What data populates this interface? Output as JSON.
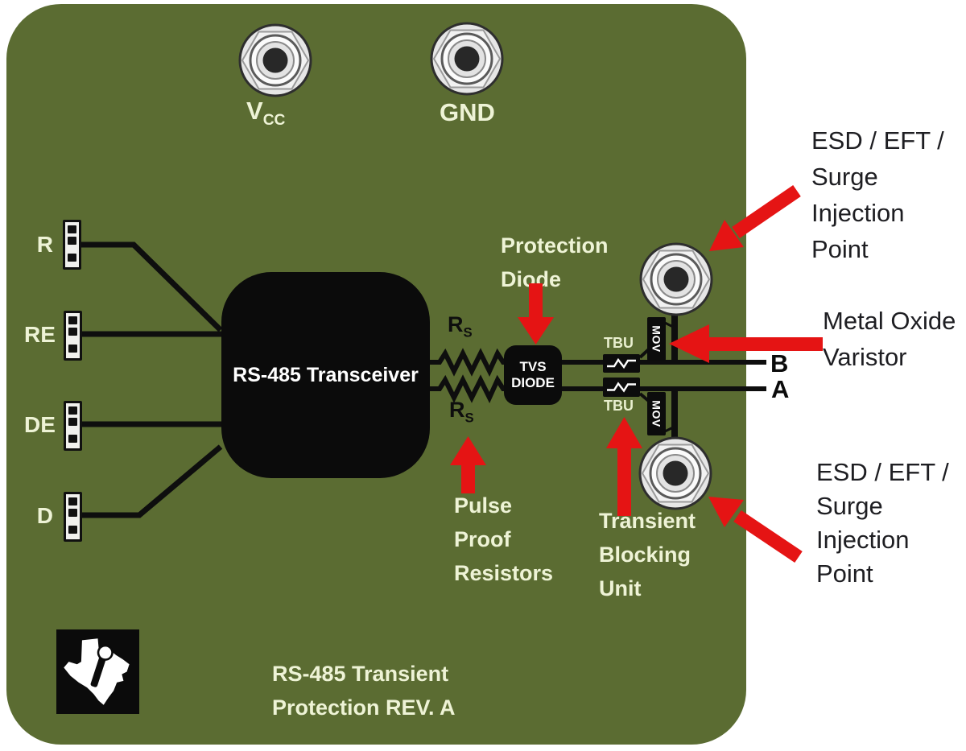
{
  "board": {
    "color": "#5b6c32",
    "trace_color": "#0e0e0e",
    "arrow_color": "#e51414",
    "silk_color": "#eef3d6",
    "title_line1": "RS-485 Transient",
    "title_line2": "Protection REV. A"
  },
  "power": {
    "vcc_main": "V",
    "vcc_sub": "CC",
    "gnd": "GND"
  },
  "jumpers": [
    {
      "label": "R"
    },
    {
      "label": "RE"
    },
    {
      "label": "DE"
    },
    {
      "label": "D"
    }
  ],
  "transceiver": {
    "label": "RS-485 Transceiver"
  },
  "resistor": {
    "main": "R",
    "sub": "S"
  },
  "tvs": {
    "line1": "TVS",
    "line2": "DIODE"
  },
  "tbu": {
    "label": "TBU"
  },
  "mov": {
    "label": "MOV"
  },
  "signals": {
    "b": "B",
    "a": "A"
  },
  "callouts": {
    "protection_diode": [
      "Protection",
      "Diode"
    ],
    "pulse_proof": [
      "Pulse",
      "Proof",
      "Resistors"
    ],
    "tbu_callout": [
      "Transient",
      "Blocking",
      "Unit"
    ]
  },
  "annotations": {
    "esd_top": [
      "ESD / EFT /",
      "Surge",
      "Injection",
      "Point"
    ],
    "mov_callout": [
      "Metal Oxide",
      "Varistor"
    ],
    "esd_bottom": [
      "ESD / EFT /",
      "Surge",
      "Injection",
      "Point"
    ]
  }
}
